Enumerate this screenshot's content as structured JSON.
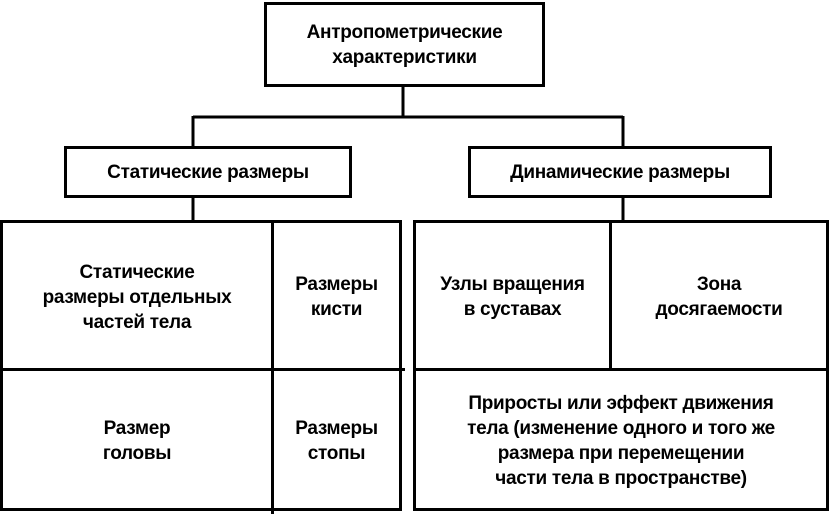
{
  "root": {
    "label": "Антропометрические\nхарактеристики"
  },
  "static": {
    "label": "Статические размеры",
    "cells": {
      "parts": "Статические\nразмеры отдельных\nчастей тела",
      "hand": "Размеры\nкисти",
      "head": "Размер\nголовы",
      "foot": "Размеры\nстопы"
    }
  },
  "dynamic": {
    "label": "Динамические размеры",
    "cells": {
      "joints": "Узлы вращения\nв суставах",
      "reach": "Зона\nдосягаемости",
      "increments": "Приросты или эффект движения\nтела (изменение одного и того же\nразмера при перемещении\nчасти тела в пространстве)"
    }
  }
}
